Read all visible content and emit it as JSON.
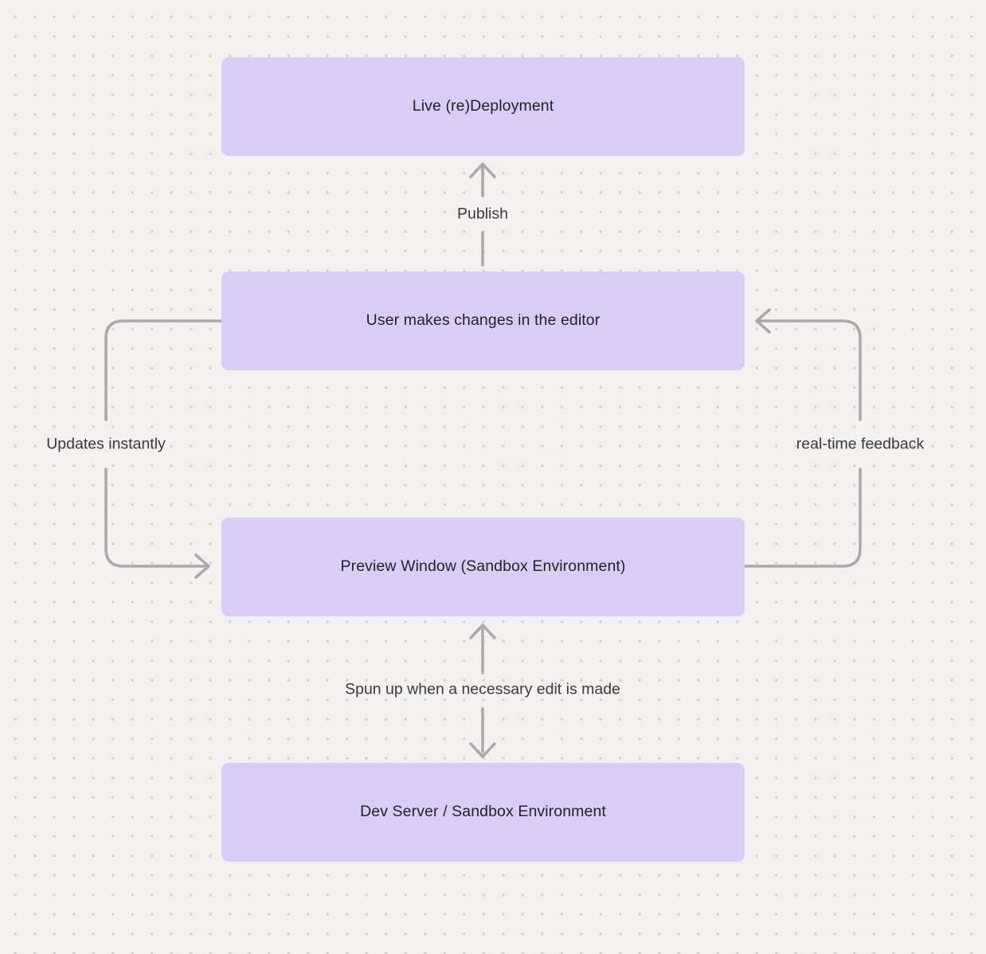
{
  "diagram": {
    "nodes": [
      {
        "id": "live-redeployment",
        "label": "Live (re)Deployment"
      },
      {
        "id": "editor-changes",
        "label": "User makes changes in the editor"
      },
      {
        "id": "preview-window",
        "label": "Preview Window (Sandbox Environment)"
      },
      {
        "id": "dev-server",
        "label": "Dev Server / Sandbox Environment"
      }
    ],
    "edges": [
      {
        "id": "publish",
        "label": "Publish",
        "from": "editor-changes",
        "to": "live-redeployment"
      },
      {
        "id": "updates-instantly",
        "label": "Updates instantly",
        "from": "editor-changes",
        "to": "preview-window"
      },
      {
        "id": "real-time-feedback",
        "label": "real-time feedback",
        "from": "preview-window",
        "to": "editor-changes"
      },
      {
        "id": "spun-up",
        "label": "Spun up when a necessary edit is made",
        "from": "dev-server",
        "to": "preview-window"
      }
    ],
    "colors": {
      "background": "#f2f1ef",
      "grid_dot": "#d3d2cf",
      "node_fill": "#d9cdf6",
      "node_text": "#222227",
      "edge_line": "#a9a9ab",
      "edge_text": "#3a3a3e"
    }
  }
}
